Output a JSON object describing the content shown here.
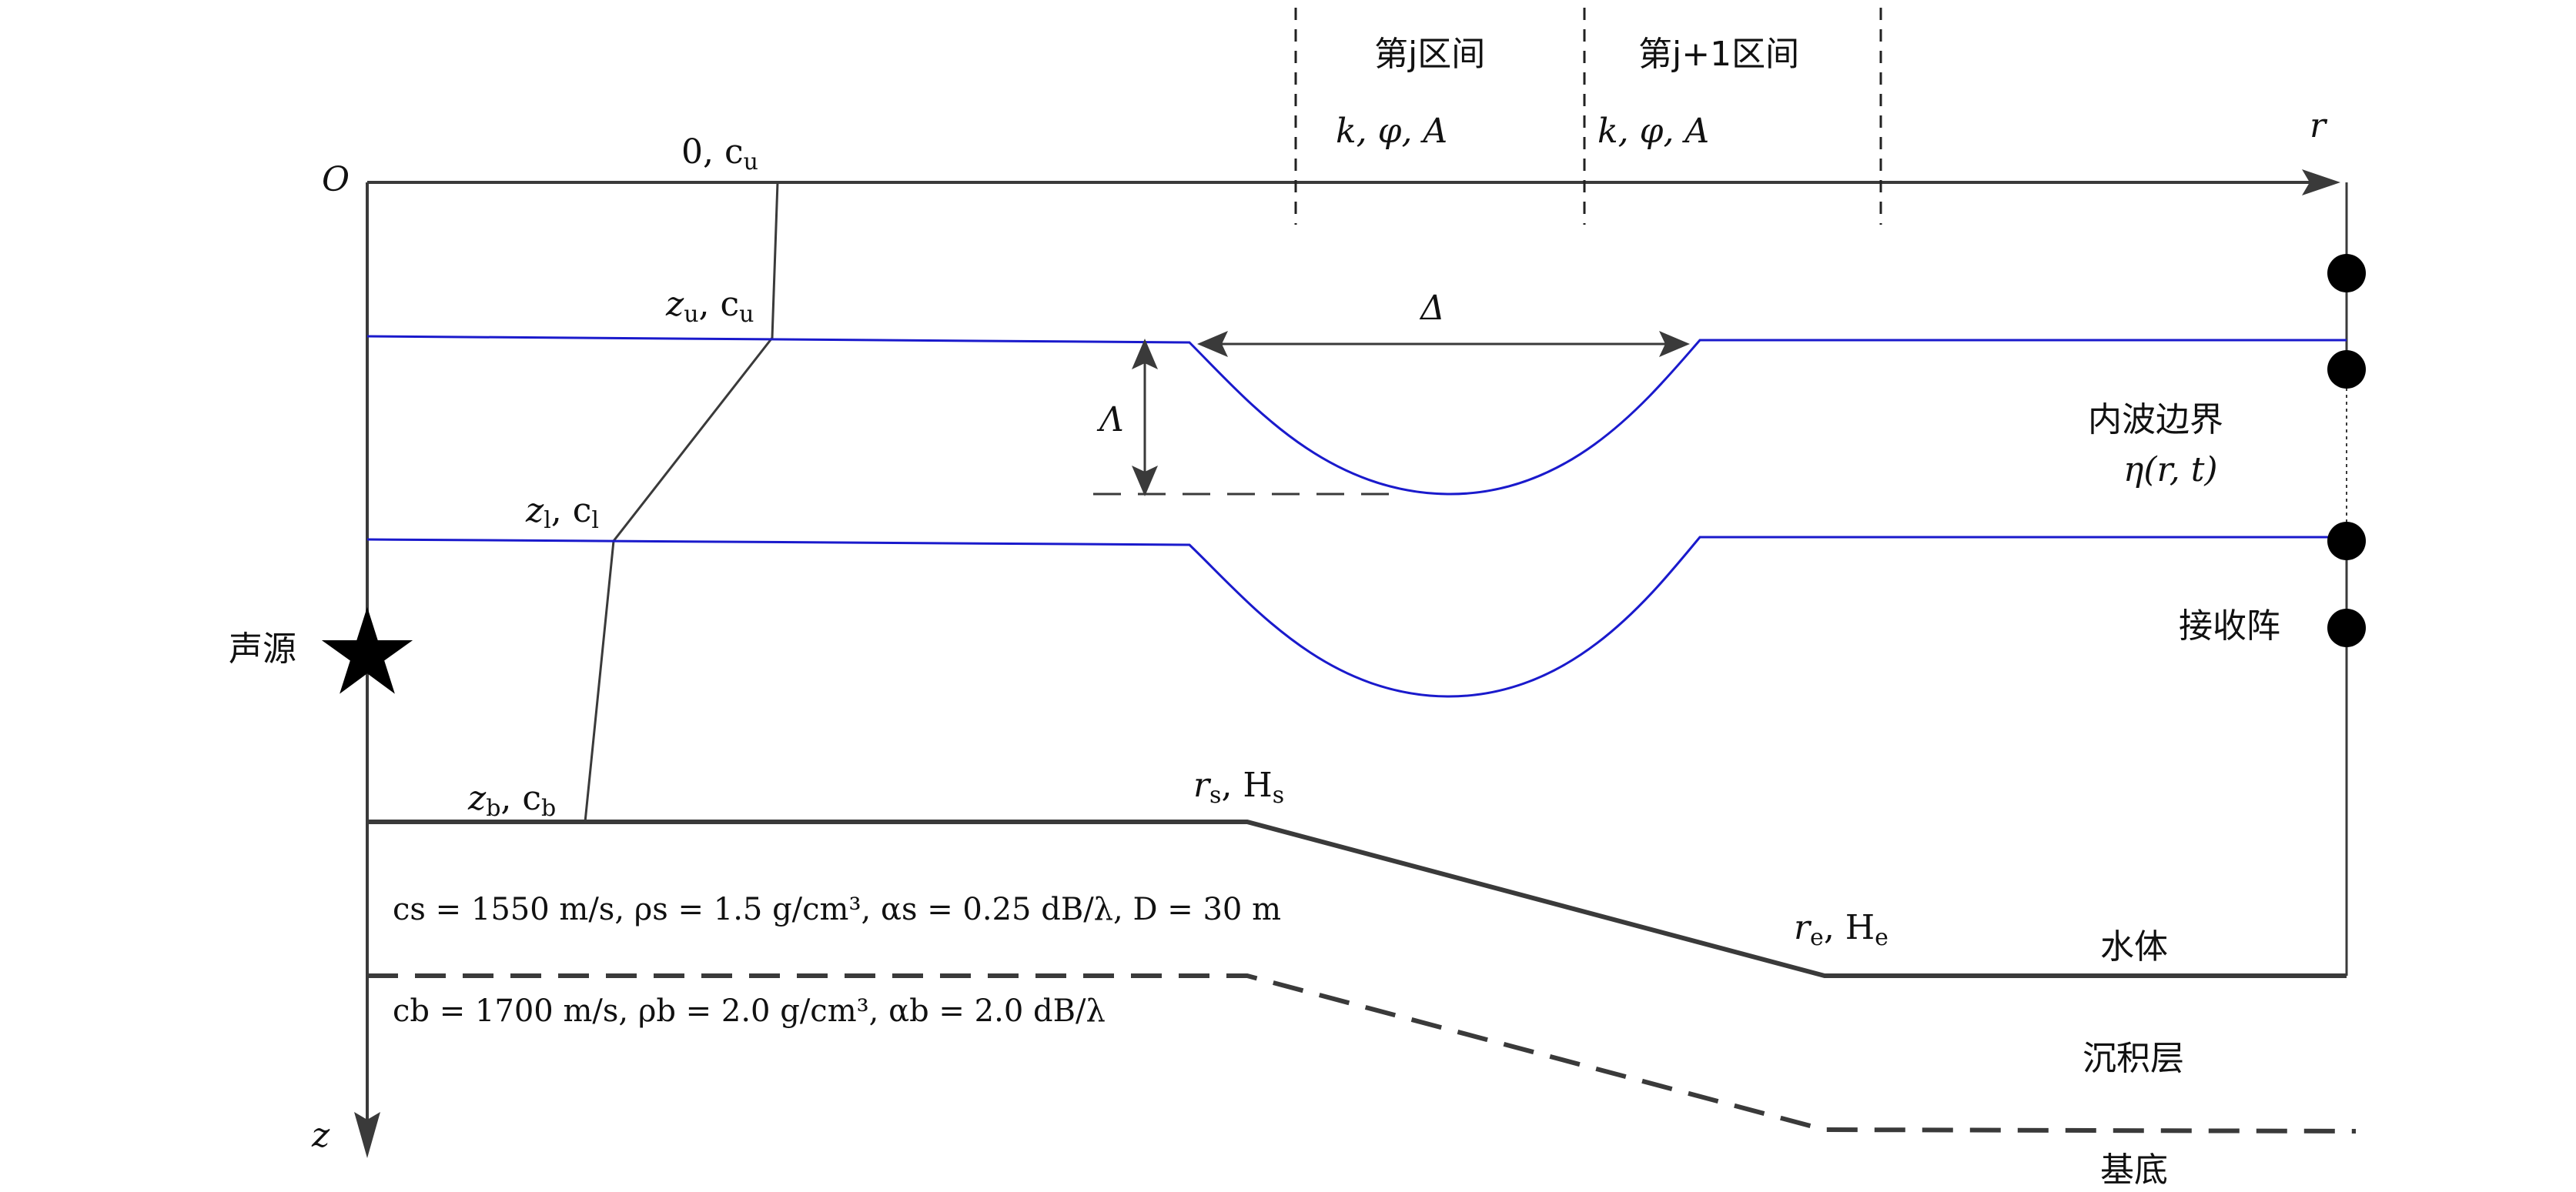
{
  "labels": {
    "origin": "O",
    "r_axis": "r",
    "z_axis": "z",
    "top_c": "0, c",
    "top_c_sub": "u",
    "zu_cu": "z",
    "zl_cl": "z",
    "zb_cb": "z",
    "interval_j": "第j区间",
    "interval_j1": "第j+1区间",
    "params_j": "k, φ, A",
    "params_j1": "k, φ, A",
    "delta": "Δ",
    "lambda": "Λ",
    "iw_boundary": "内波边界",
    "eta": "η(r, t)",
    "receiver": "接收阵",
    "source": "声源",
    "rs_hs": "r",
    "re_he": "r",
    "sediment_params": "cs = 1550 m/s, ρs = 1.5 g/cm³, αs = 0.25 dB/λ, D = 30 m",
    "basement_params": "cb = 1700 m/s, ρb = 2.0 g/cm³, αb = 2.0 dB/λ",
    "water": "水体",
    "sediment": "沉积层",
    "basement": "基底"
  },
  "colors": {
    "line": "#3a3a3a",
    "interface": "#1a1acc",
    "black": "#000000"
  },
  "icons": {
    "source": "star-icon",
    "receiver": "receiver-dot-icon"
  }
}
